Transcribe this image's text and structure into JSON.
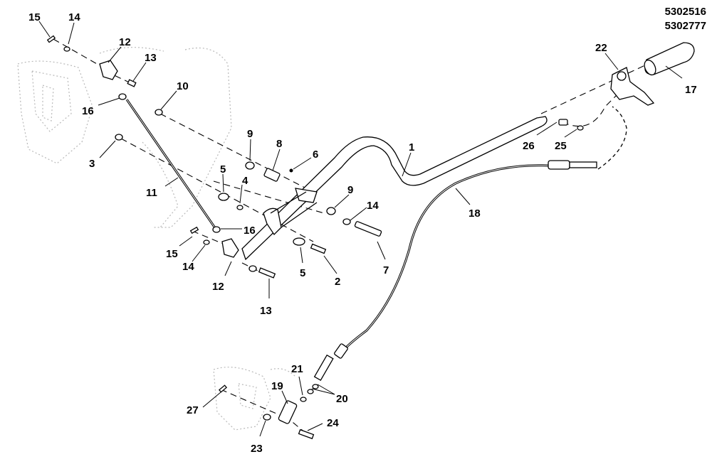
{
  "doc_numbers": [
    "5302516",
    "5302777"
  ],
  "callouts": [
    {
      "id": "c15a",
      "text": "15"
    },
    {
      "id": "c14a",
      "text": "14"
    },
    {
      "id": "c12a",
      "text": "12"
    },
    {
      "id": "c13a",
      "text": "13"
    },
    {
      "id": "c16a",
      "text": "16"
    },
    {
      "id": "c10",
      "text": "10"
    },
    {
      "id": "c3",
      "text": "3"
    },
    {
      "id": "c9a",
      "text": "9"
    },
    {
      "id": "c8",
      "text": "8"
    },
    {
      "id": "c6",
      "text": "6"
    },
    {
      "id": "c1",
      "text": "1"
    },
    {
      "id": "c5a",
      "text": "5"
    },
    {
      "id": "c4",
      "text": "4"
    },
    {
      "id": "c11",
      "text": "11"
    },
    {
      "id": "c9b",
      "text": "9"
    },
    {
      "id": "c14b",
      "text": "14"
    },
    {
      "id": "c16b",
      "text": "16"
    },
    {
      "id": "c15b",
      "text": "15"
    },
    {
      "id": "c14c",
      "text": "14"
    },
    {
      "id": "c12b",
      "text": "12"
    },
    {
      "id": "c5b",
      "text": "5"
    },
    {
      "id": "c2",
      "text": "2"
    },
    {
      "id": "c7",
      "text": "7"
    },
    {
      "id": "c13b",
      "text": "13"
    },
    {
      "id": "c22",
      "text": "22"
    },
    {
      "id": "c17",
      "text": "17"
    },
    {
      "id": "c26",
      "text": "26"
    },
    {
      "id": "c25",
      "text": "25"
    },
    {
      "id": "c18",
      "text": "18"
    },
    {
      "id": "c21",
      "text": "21"
    },
    {
      "id": "c19",
      "text": "19"
    },
    {
      "id": "c20",
      "text": "20"
    },
    {
      "id": "c27",
      "text": "27"
    },
    {
      "id": "c24",
      "text": "24"
    },
    {
      "id": "c23",
      "text": "23"
    }
  ]
}
